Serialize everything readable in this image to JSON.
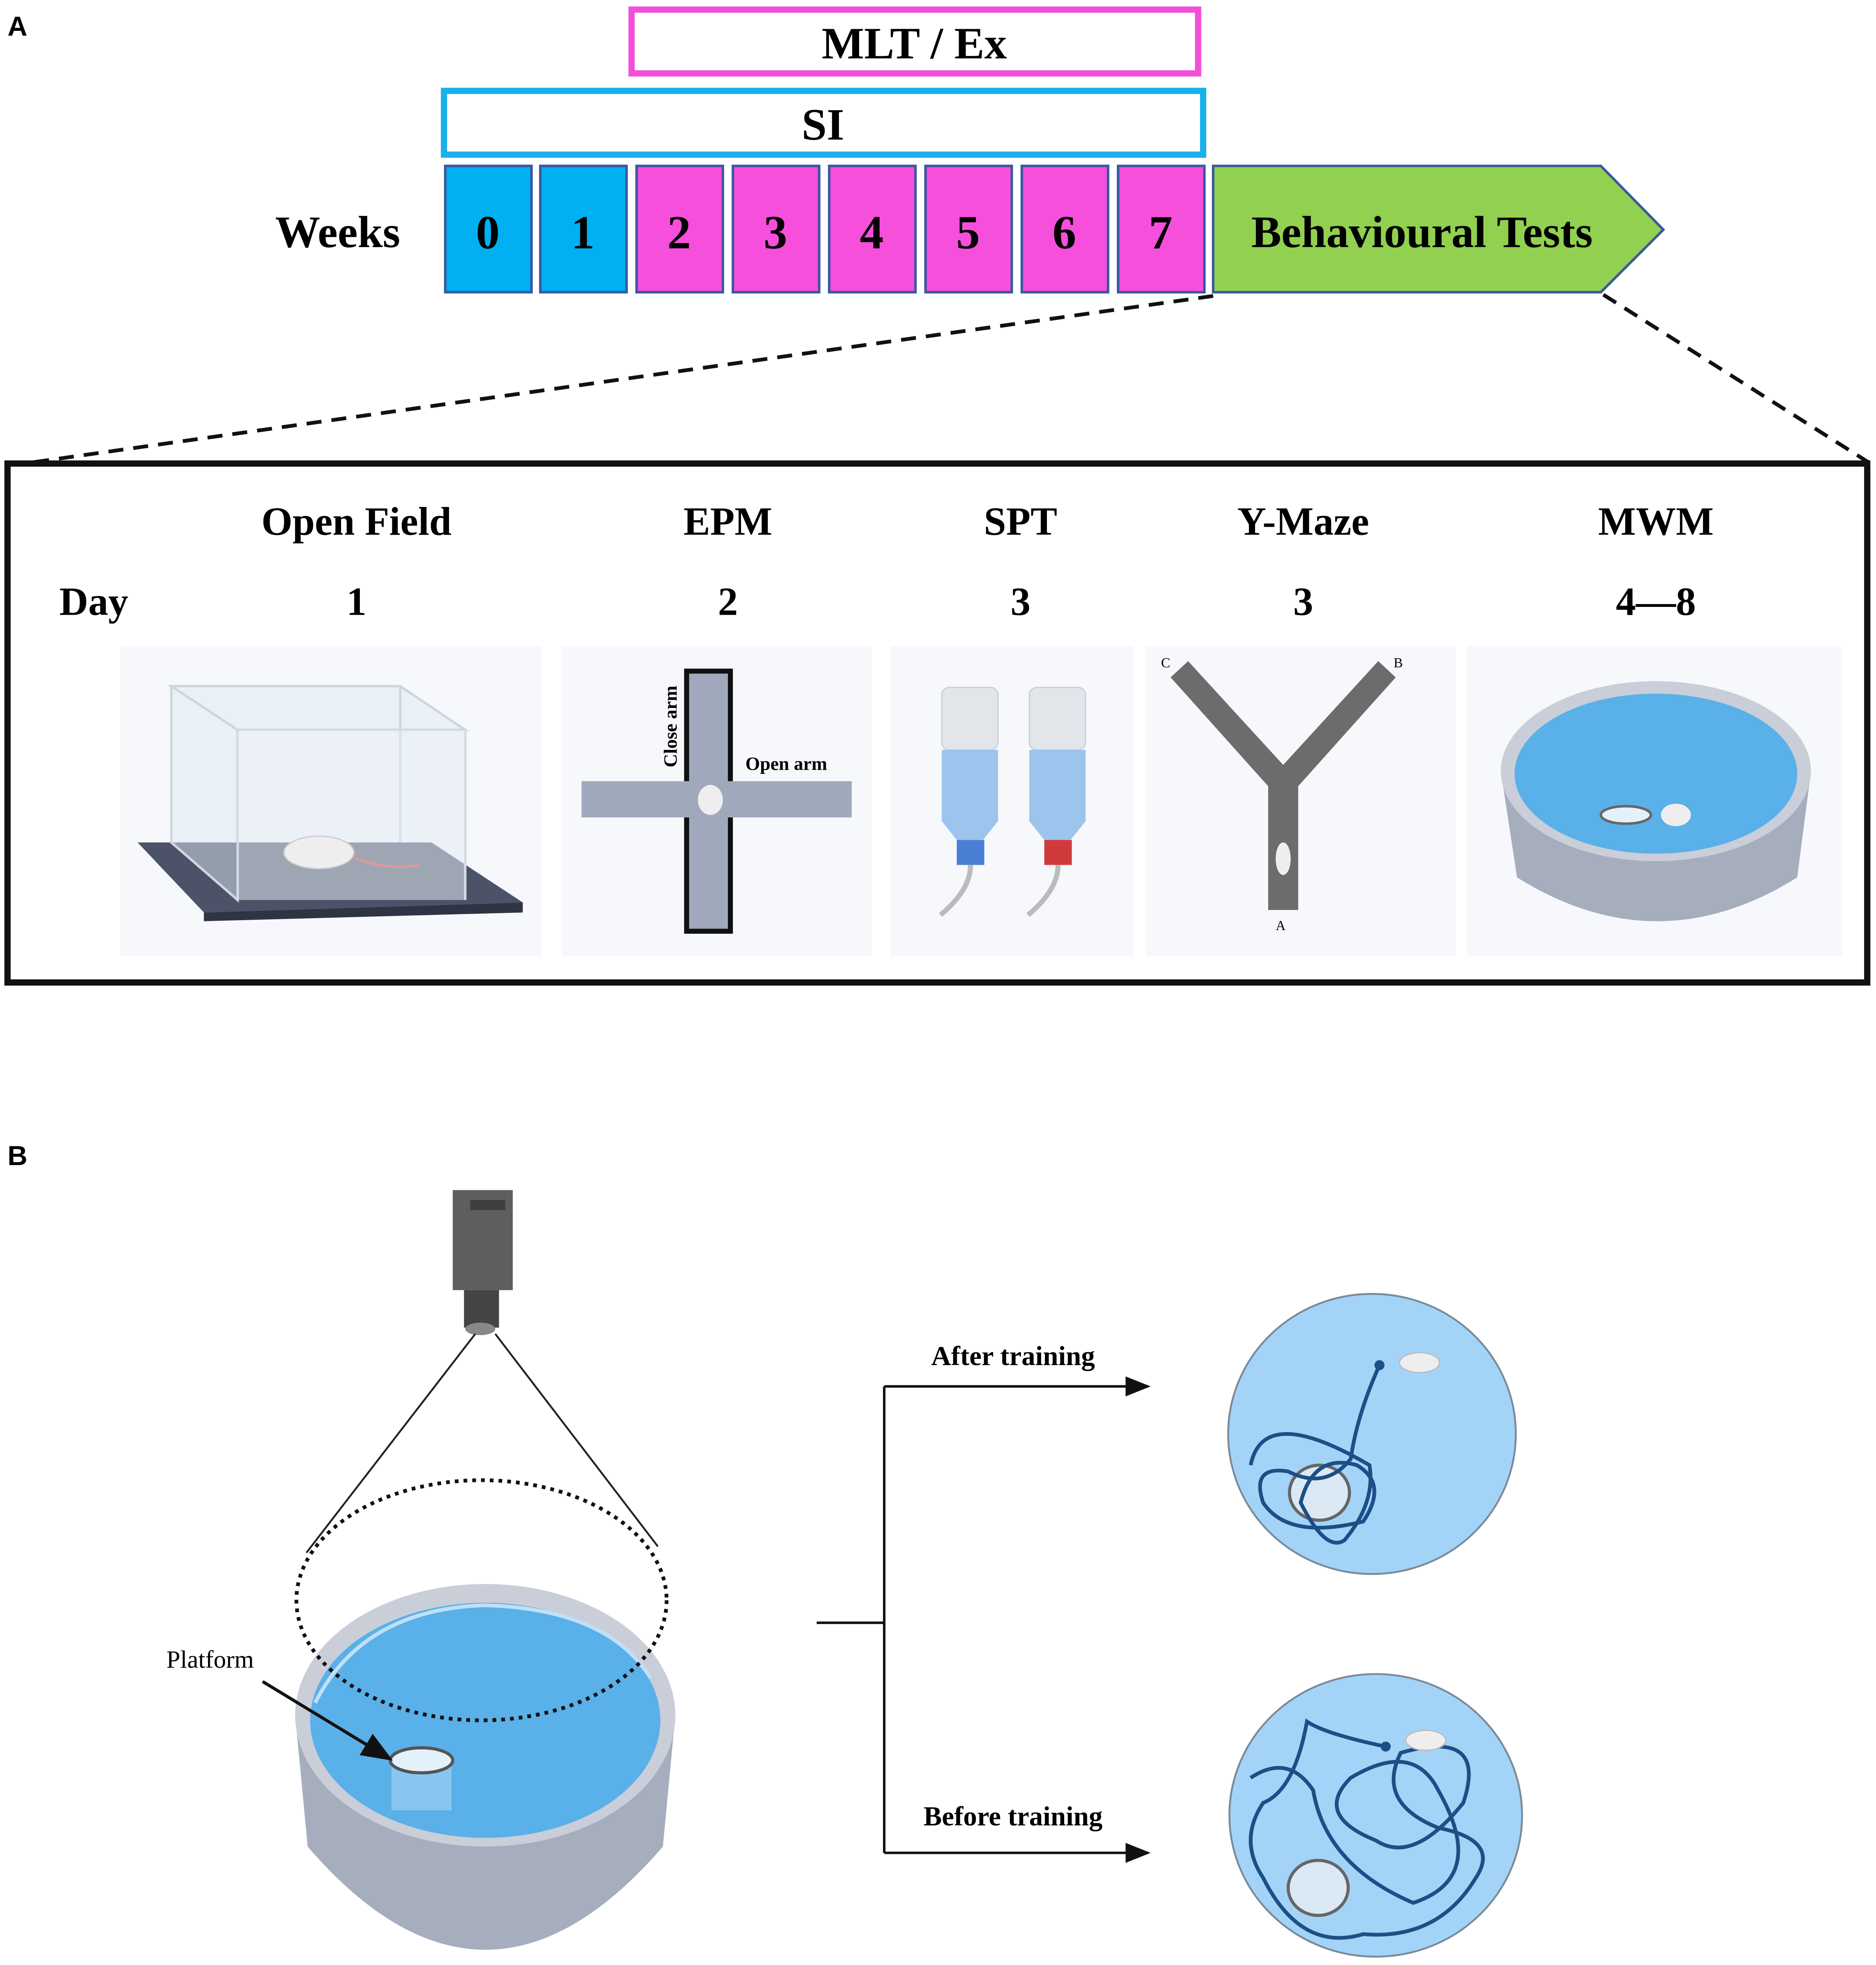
{
  "panel_a": {
    "label": "A",
    "mlt_label": "MLT / Ex",
    "si_label": "SI",
    "weeks_label": "Weeks",
    "weeks": [
      "0",
      "1",
      "2",
      "3",
      "4",
      "5",
      "6",
      "7"
    ],
    "behaviour_label": "Behavioural Tests",
    "day_label": "Day",
    "tests": [
      {
        "name": "Open Field",
        "day": "1"
      },
      {
        "name": "EPM",
        "day": "2"
      },
      {
        "name": "SPT",
        "day": "3"
      },
      {
        "name": "Y-Maze",
        "day": "3"
      },
      {
        "name": "MWM",
        "day": "4—8"
      }
    ],
    "epm_close_arm": "Close arm",
    "epm_open_arm": "Open arm",
    "ymaze_arms": [
      "A",
      "B",
      "C"
    ]
  },
  "panel_b": {
    "label": "B",
    "platform_label": "Platform",
    "after_label": "After training",
    "before_label": "Before training"
  },
  "colors": {
    "blue": "#00b0f0",
    "magenta": "#f54fdc",
    "green": "#92d050",
    "water": "#5ab0e8",
    "track": "#1b4f86"
  }
}
